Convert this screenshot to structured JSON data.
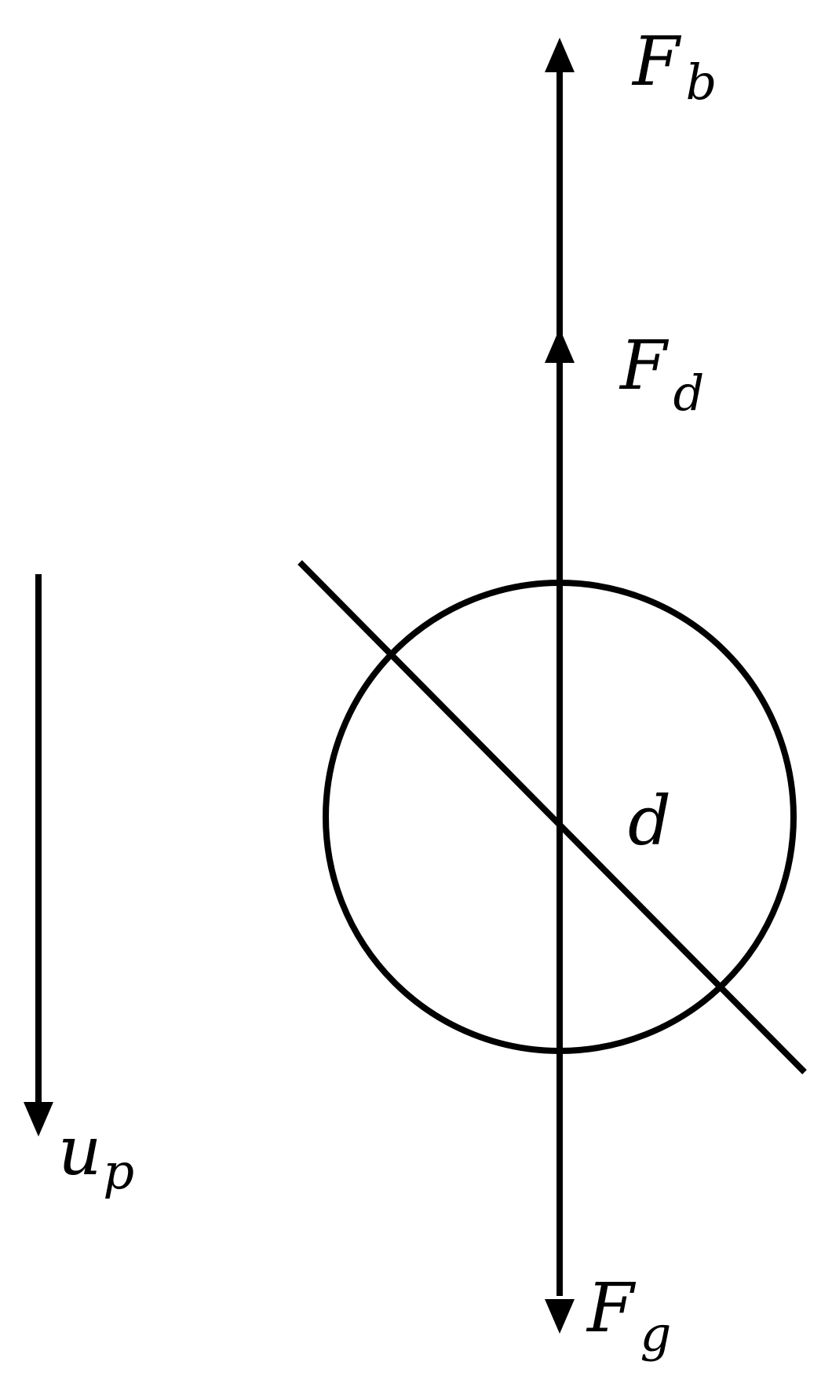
{
  "diagram": {
    "stroke_color": "#000000",
    "background_color": "#ffffff",
    "labels": {
      "buoyancy_force": {
        "symbol": "F",
        "subscript": "b"
      },
      "drag_force": {
        "symbol": "F",
        "subscript": "d"
      },
      "gravity_force": {
        "symbol": "F",
        "subscript": "g"
      },
      "particle_velocity": {
        "symbol": "u",
        "subscript": "p"
      },
      "diameter": {
        "symbol": "d"
      }
    },
    "arrows": [
      {
        "name": "buoyancy-force-arrow",
        "direction": "up"
      },
      {
        "name": "drag-force-arrow",
        "direction": "up"
      },
      {
        "name": "gravity-force-arrow",
        "direction": "down"
      },
      {
        "name": "particle-velocity-arrow",
        "direction": "down"
      }
    ],
    "shapes": [
      {
        "name": "particle-circle",
        "type": "circle"
      },
      {
        "name": "diameter-line",
        "type": "line"
      }
    ]
  }
}
